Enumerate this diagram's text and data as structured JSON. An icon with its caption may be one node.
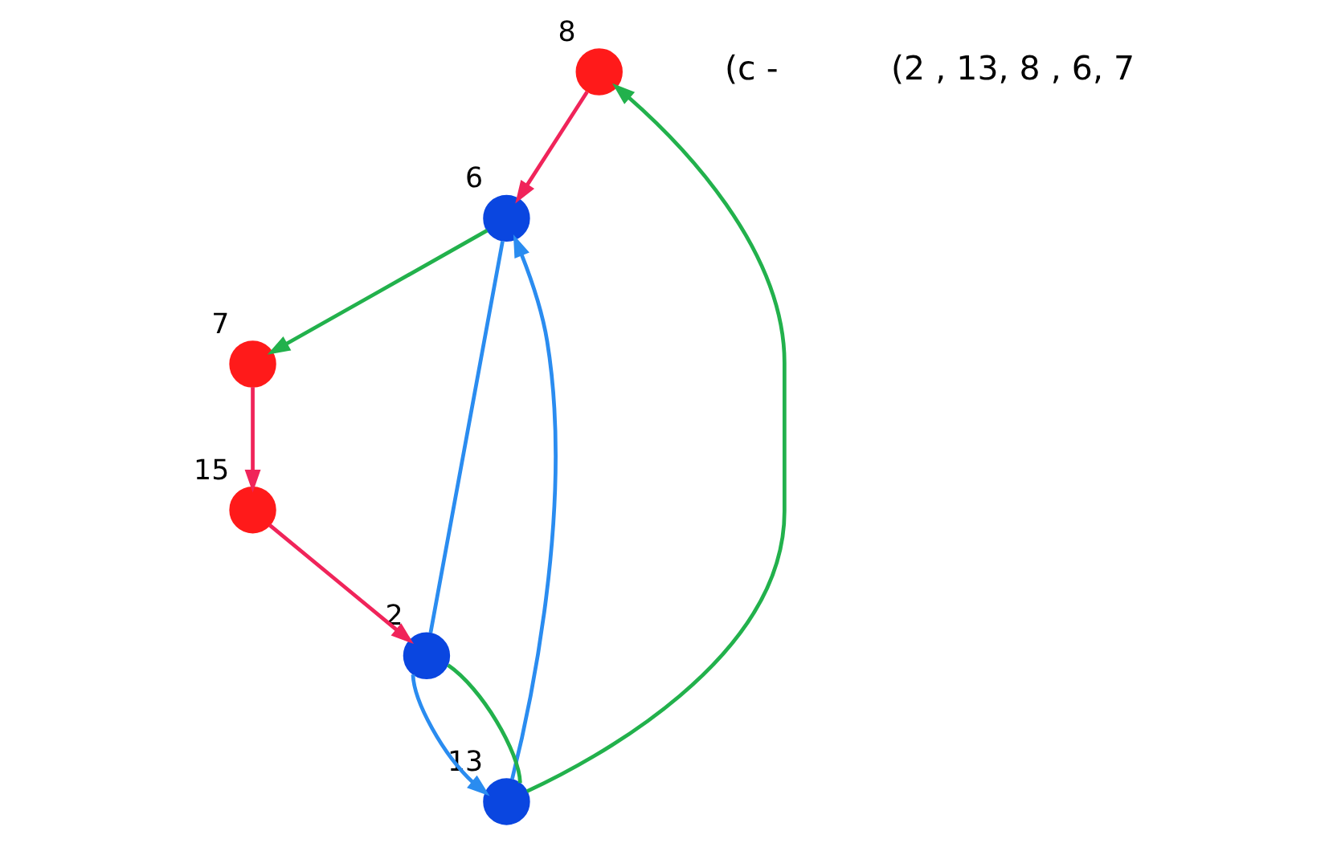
{
  "diagram": {
    "nodes": [
      {
        "text": [],
        "shape": "circle",
        "beside": [
          "8"
        ]
      },
      {
        "text": [],
        "shape": "circle",
        "beside": [
          "6"
        ]
      },
      {
        "text": [],
        "shape": "circle",
        "beside": [
          "13"
        ]
      },
      {
        "text": [],
        "shape": "circle",
        "beside": [
          "7"
        ]
      },
      {
        "text": [],
        "shape": "circle",
        "beside": [
          "2"
        ]
      },
      {
        "text": [],
        "shape": "circle",
        "beside": [
          "15"
        ]
      }
    ],
    "edges": [
      {
        "from": 0,
        "to": 1,
        "arrow": "to",
        "color": "#f0245a"
      },
      {
        "from": 2,
        "to": 0,
        "arrow": "to",
        "color": "#22b14c"
      },
      {
        "from": 2,
        "to": 1,
        "arrow": "to",
        "color": "#2a8cf0"
      },
      {
        "from": 1,
        "to": 3,
        "arrow": "to",
        "color": "#22b14c"
      },
      {
        "from": 1,
        "to": 4,
        "arrow": "none",
        "color": "#2a8cf0"
      },
      {
        "from": 4,
        "to": 2,
        "arrow": "to",
        "color": "#2a8cf0"
      },
      {
        "from": 4,
        "to": 2,
        "arrow": "none",
        "color": "#22b14c"
      },
      {
        "from": 3,
        "to": 5,
        "arrow": "to",
        "color": "#f0245a"
      },
      {
        "from": 5,
        "to": 4,
        "arrow": "to",
        "color": "#f0245a"
      }
    ],
    "labels": [
      "(c -",
      "(2 , 13, 8 , 6, 7"
    ]
  }
}
